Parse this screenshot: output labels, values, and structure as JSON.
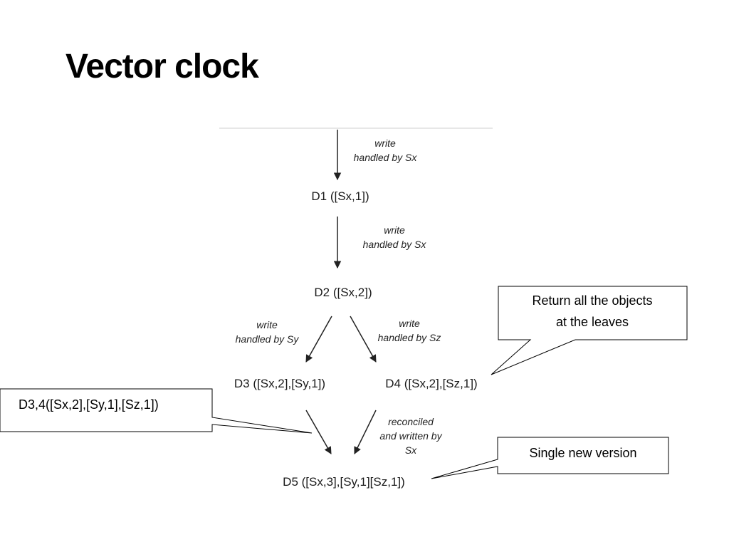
{
  "title": "Vector clock",
  "nodes": {
    "d1": "D1 ([Sx,1])",
    "d2": "D2 ([Sx,2])",
    "d3": "D3 ([Sx,2],[Sy,1])",
    "d4": "D4 ([Sx,2],[Sz,1])",
    "d5": "D5 ([Sx,3],[Sy,1][Sz,1])"
  },
  "edges": {
    "top_to_d1": [
      "write",
      "handled by Sx"
    ],
    "d1_to_d2": [
      "write",
      "handled by Sx"
    ],
    "d2_to_d3": [
      "write",
      "handled by Sy"
    ],
    "d2_to_d4": [
      "write",
      "handled by Sz"
    ],
    "reconcile": [
      "reconciled",
      "and written by",
      "Sx"
    ]
  },
  "callouts": {
    "leaves": [
      "Return all the objects",
      "at the leaves"
    ],
    "merged": "D3,4([Sx,2],[Sy,1],[Sz,1])",
    "single": "Single new version"
  }
}
